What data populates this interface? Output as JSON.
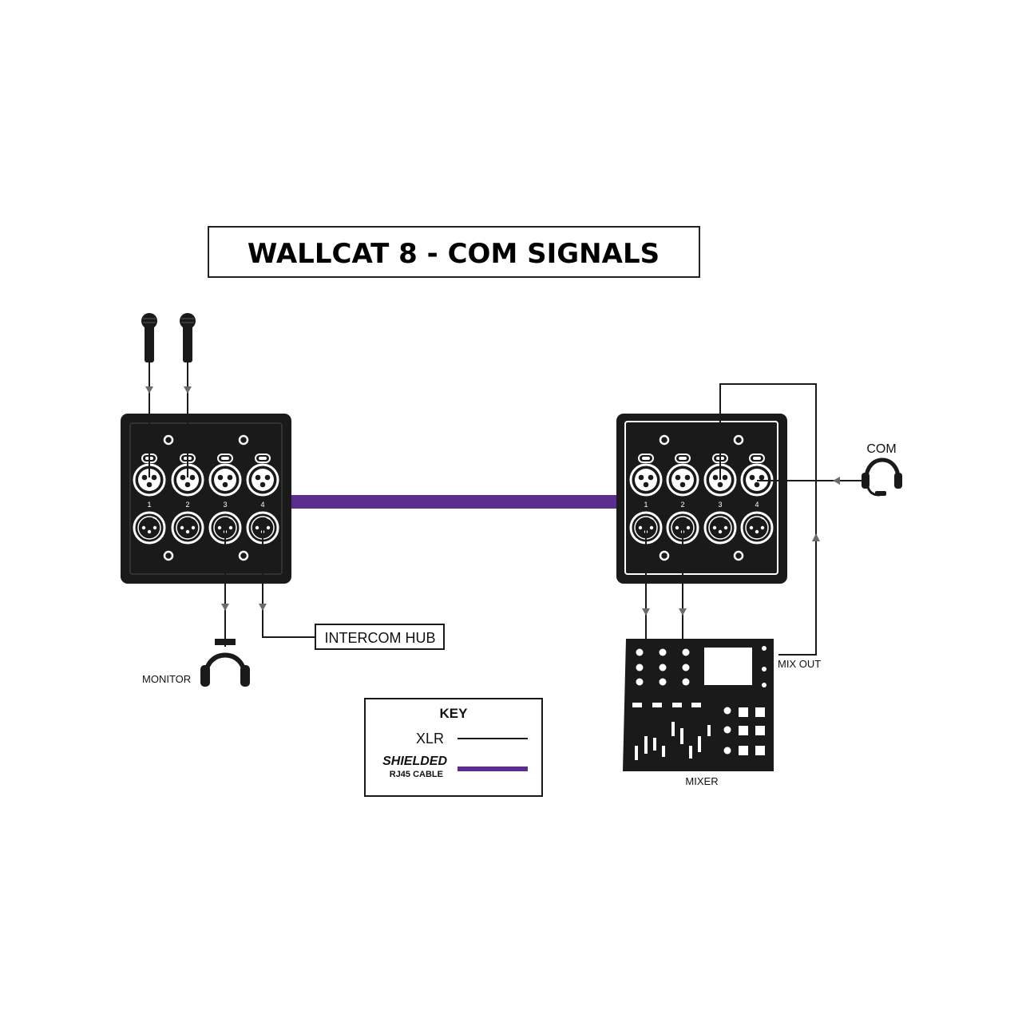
{
  "title": "WALLCAT 8 - COM SIGNALS",
  "colors": {
    "panel": "#1a1a1a",
    "connector": "#ffffff",
    "xlr_line": "#1a1a1a",
    "arrow": "#6b6b6b",
    "shielded_cable": "#5b2d8e"
  },
  "left_panel": {
    "channel_numbers": [
      "1",
      "2",
      "3",
      "4"
    ]
  },
  "right_panel": {
    "channel_numbers": [
      "1",
      "2",
      "3",
      "4"
    ]
  },
  "devices": {
    "monitor": "MONITOR",
    "intercom_hub": "INTERCOM HUB",
    "com": "COM",
    "mix_out": "MIX OUT",
    "mixer": "MIXER"
  },
  "icons": {
    "mic_1": "microphone-icon",
    "mic_2": "microphone-icon",
    "monitor": "headphones-icon",
    "com": "headset-icon",
    "mixer": "mixer-console-icon"
  },
  "key": {
    "heading": "KEY",
    "xlr_label": "XLR",
    "shielded_label": "SHIELDED",
    "shielded_sublabel": "RJ45 CABLE"
  }
}
